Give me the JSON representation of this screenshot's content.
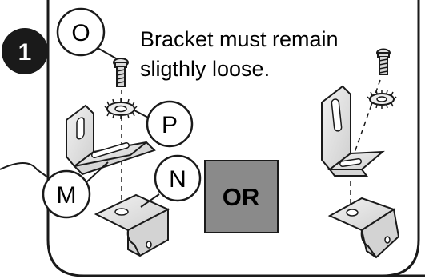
{
  "step": {
    "number": "1"
  },
  "note": {
    "line1": "Bracket must remain",
    "line2": "sligthly loose."
  },
  "callouts": {
    "o": "O",
    "p": "P",
    "m": "M",
    "n": "N"
  },
  "or_box": {
    "label": "OR",
    "color": "#8a8a8a"
  },
  "colors": {
    "frame": "#1a1a1a",
    "part_fill": "#e6e6e6",
    "part_shade": "#bdbdbd"
  }
}
